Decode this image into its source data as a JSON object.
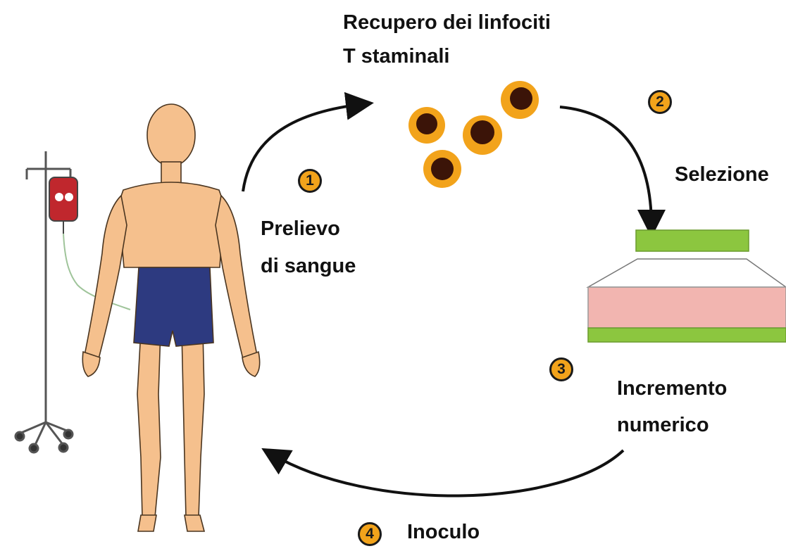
{
  "labels": {
    "recovery": [
      "Recupero dei linfociti",
      "T staminali"
    ],
    "selection": "Selezione",
    "draw": [
      "Prelievo",
      "di sangue"
    ],
    "expansion": [
      "Incremento",
      "numerico"
    ],
    "inoculation": "Inoculo"
  },
  "steps": [
    "1",
    "2",
    "3",
    "4"
  ],
  "colors": {
    "skin": "#f5c08d",
    "shorts": "#2d3a80",
    "cell_outer": "#f2a31b",
    "cell_nucleus": "#3b1408",
    "step_badge": "#f2a31b",
    "green_bar": "#8cc63f",
    "pink_layer": "#f2b5b0",
    "blood": "#c0272d"
  },
  "icons": [
    "iv-stand-icon",
    "blood-bag-icon",
    "human-figure",
    "t-cell-icon",
    "curved-arrow-icon",
    "culture-dish-icon"
  ]
}
